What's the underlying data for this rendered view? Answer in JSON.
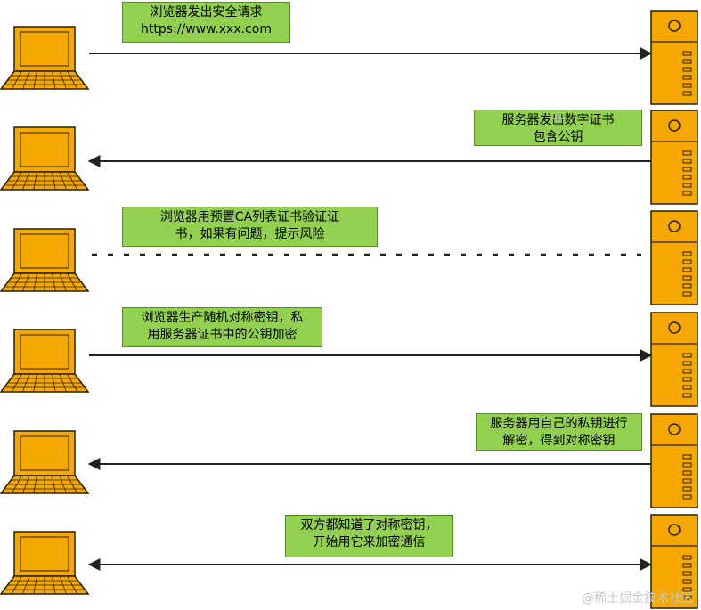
{
  "steps": [
    {
      "lines": [
        "浏览器发出安全请求",
        "https://www.xxx.com"
      ]
    },
    {
      "lines": [
        "服务器发出数字证书",
        "包含公钥"
      ]
    },
    {
      "lines": [
        "浏览器用预置CA列表证书验证证",
        "书，如果有问题，提示风险"
      ]
    },
    {
      "lines": [
        "浏览器生产随机对称密钥，私",
        "用服务器证书中的公钥加密"
      ]
    },
    {
      "lines": [
        "服务器用自己的私钥进行",
        "解密，得到对称密钥"
      ]
    },
    {
      "lines": [
        "双方都知道了对称密钥，",
        "开始用它来加密通信"
      ]
    }
  ],
  "watermark": "@稀土掘金技术社区",
  "colors": {
    "device_fill": "#f5a800",
    "device_stroke": "#2a2000",
    "note_fill": "#92d050",
    "arrow": "#222222"
  }
}
